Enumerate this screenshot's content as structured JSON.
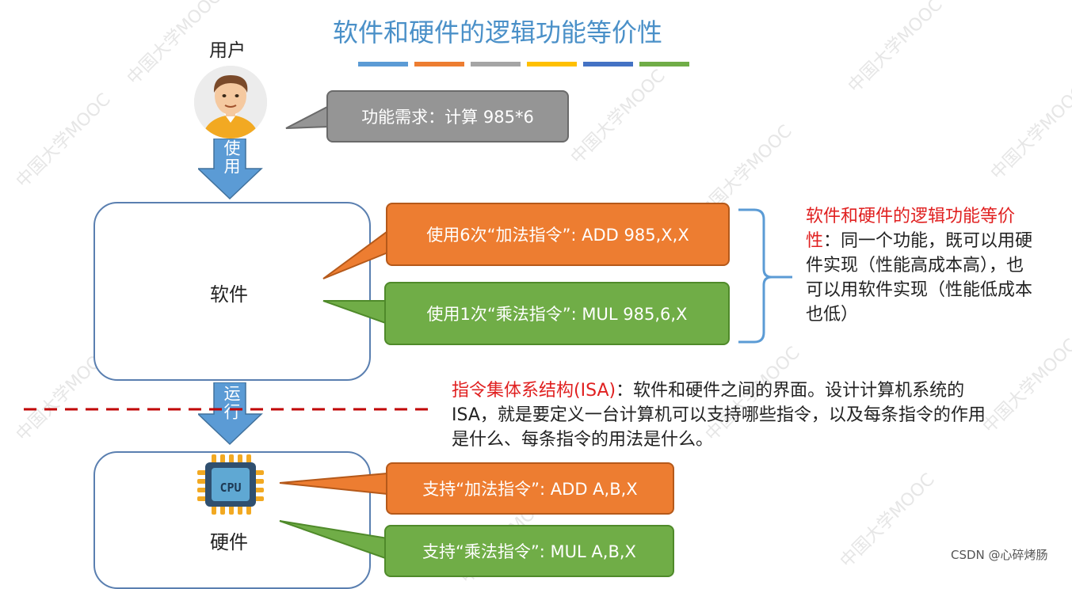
{
  "title": "软件和硬件的逻辑功能等价性",
  "title_bar_colors": [
    "#5b9bd5",
    "#ed7d31",
    "#a5a5a5",
    "#ffc000",
    "#4472c4",
    "#70ad47"
  ],
  "user": {
    "label": "用户"
  },
  "arrows": {
    "use": "使用",
    "run": "运行"
  },
  "requirement": {
    "text": "功能需求：计算 985*6"
  },
  "software": {
    "label": "软件",
    "add_callout": "使用6次“加法指令”: ADD 985,X,X",
    "mul_callout": "使用1次“乘法指令”: MUL 985,6,X"
  },
  "hardware": {
    "label": "硬件",
    "chip_label": "CPU",
    "add_callout": "支持“加法指令”: ADD A,B,X",
    "mul_callout": "支持“乘法指令”: MUL A,B,X"
  },
  "equivalence": {
    "highlight": "软件和硬件的逻辑功能等价性",
    "body": "：同一个功能，既可以用硬件实现（性能高成本高），也可以用软件实现（性能低成本也低）"
  },
  "isa": {
    "highlight": "指令集体系结构(ISA)",
    "body": "：软件和硬件之间的界面。设计计算机系统的ISA，就是要定义一台计算机可以支持哪些指令，以及每条指令的作用是什么、每条指令的用法是什么。"
  },
  "watermark": {
    "text": "中国大学MOOC"
  },
  "credit": "CSDN @心碎烤肠",
  "colors": {
    "title": "#4a90c8",
    "orange": "#ed7d31",
    "green": "#70ad47",
    "gray": "#959595",
    "arrow_blue": "#5b9bd5",
    "dash_red": "#c00000",
    "highlight_red": "#e02020",
    "brace_blue": "#5b9bd5"
  }
}
